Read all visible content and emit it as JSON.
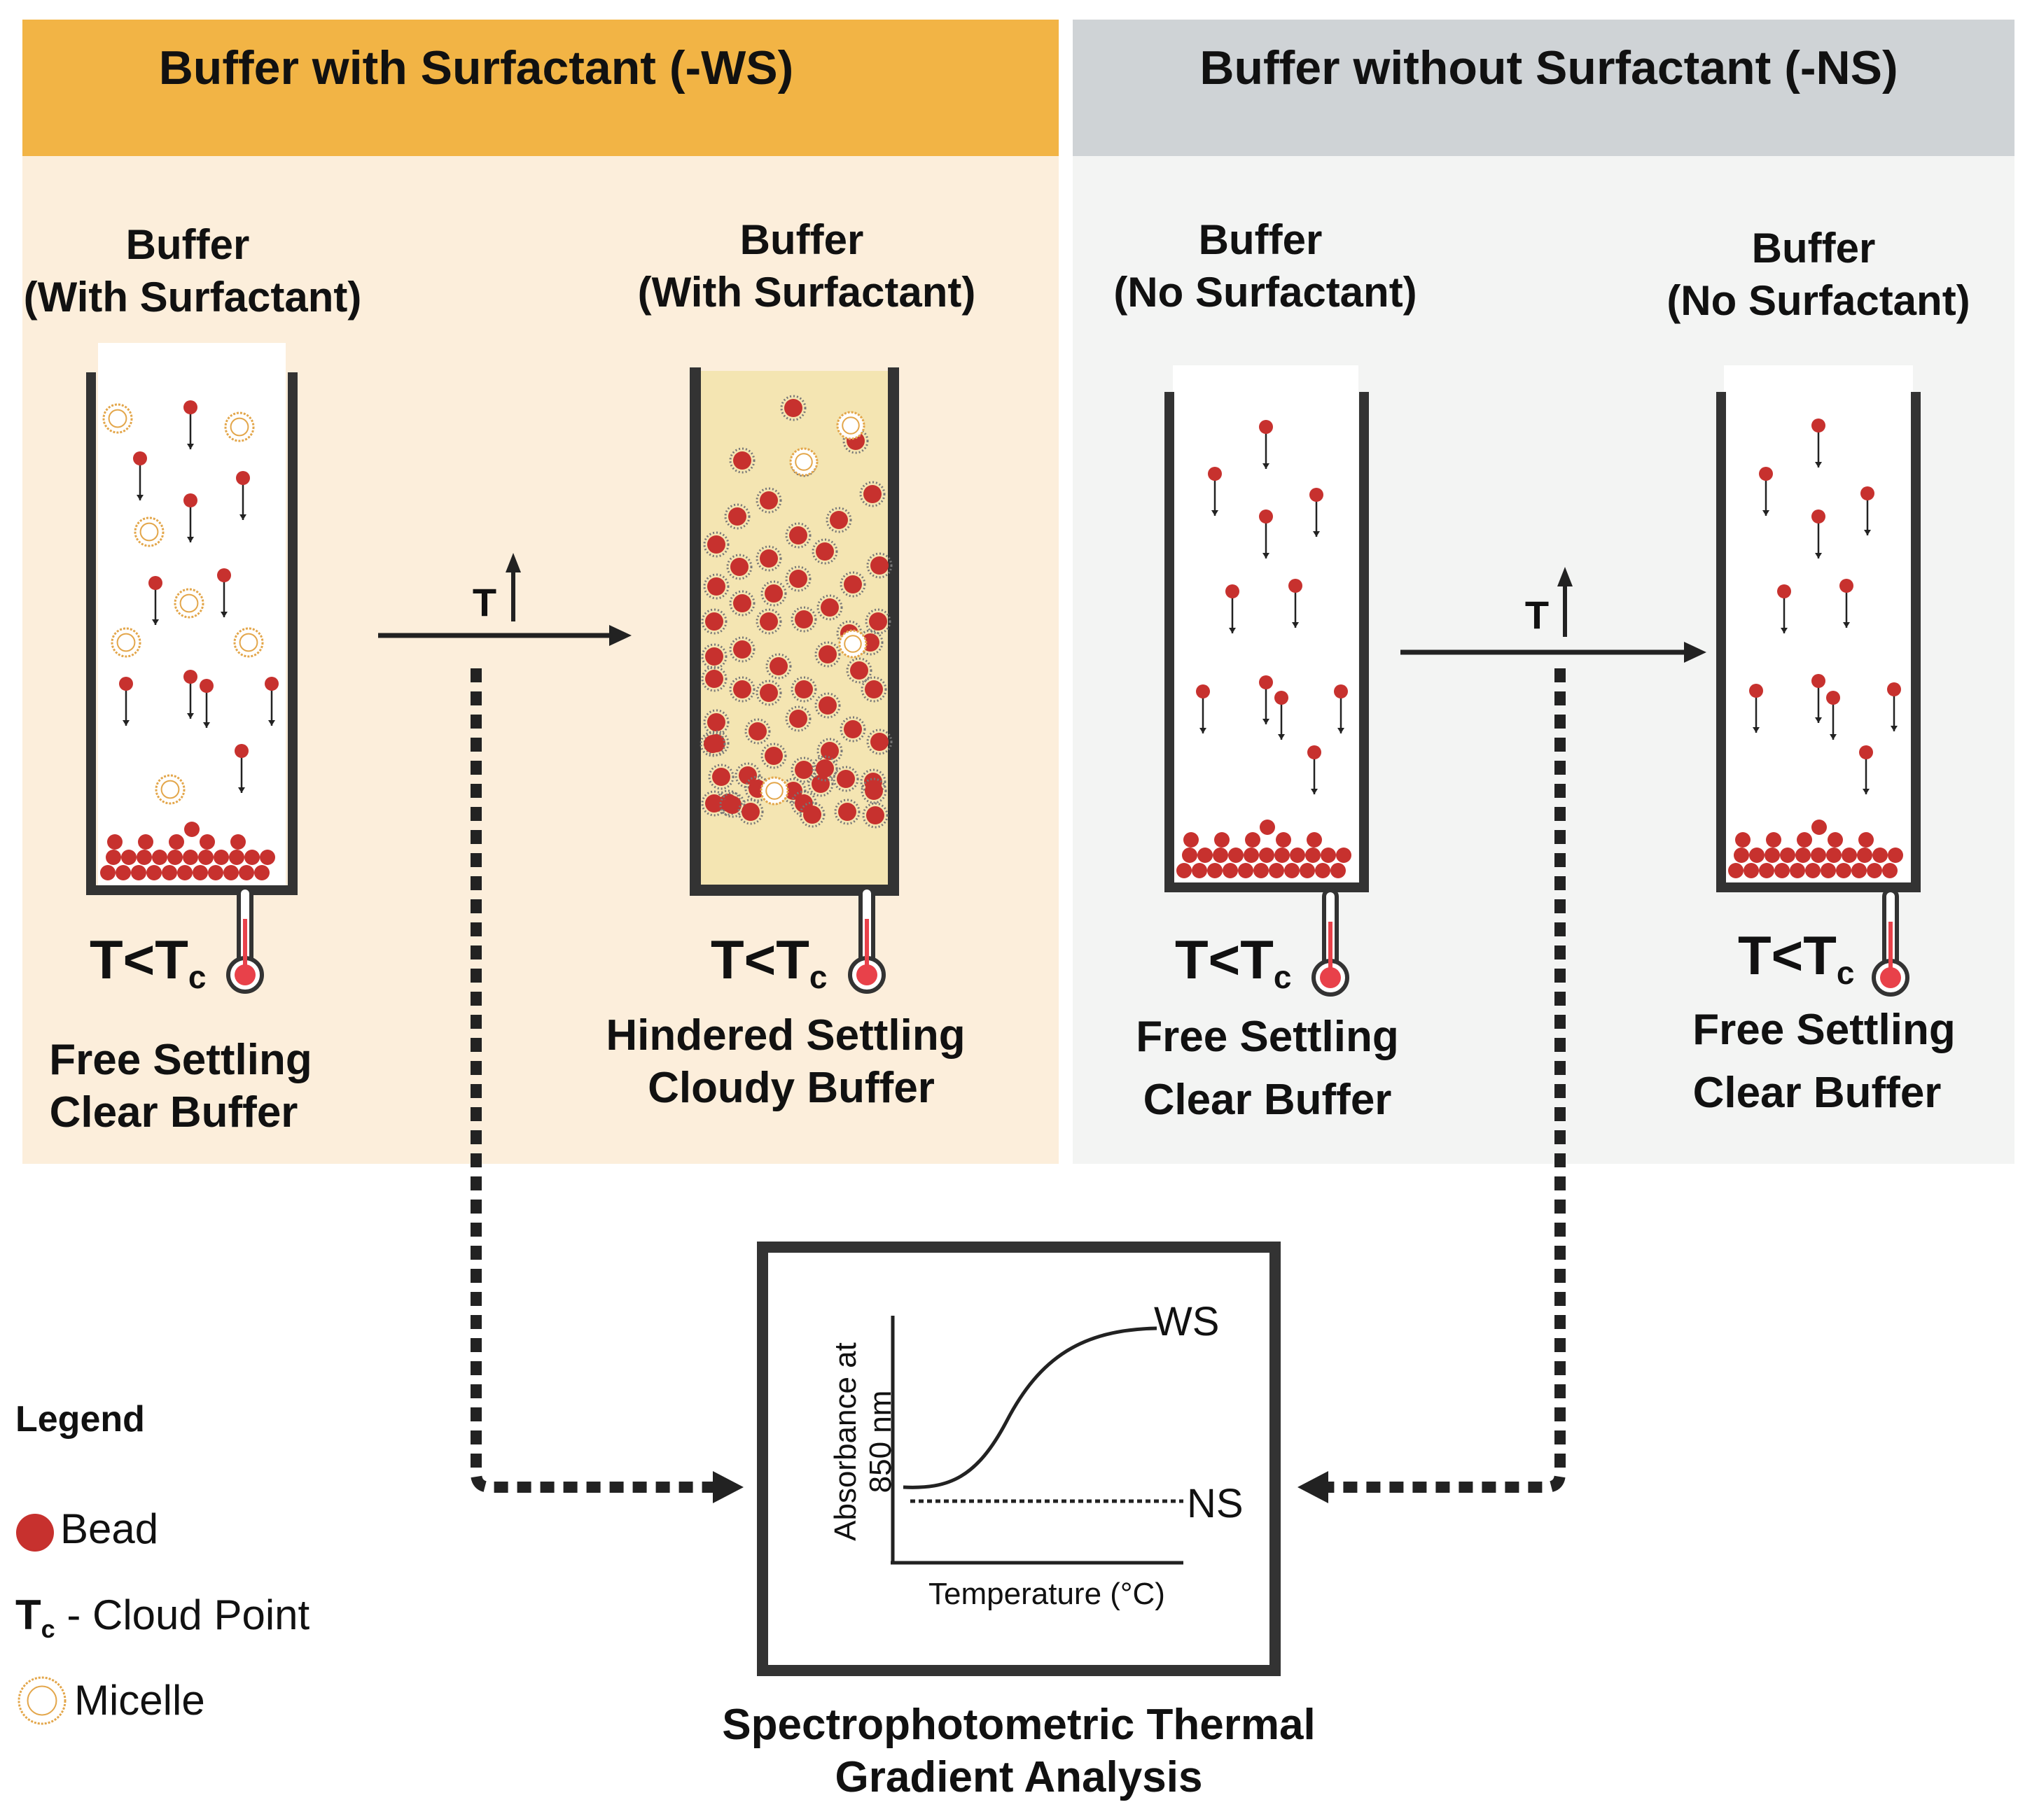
{
  "colors": {
    "ws_header": "#F2B445",
    "ws_panel": "#FCEEDB",
    "ns_header": "#CFD3D6",
    "ns_panel": "#F3F4F3",
    "bead": "#C7312E",
    "micelle": "#E3A64A",
    "cloudy_fill": "#F4E5B2",
    "container": "#333333",
    "thermometer_red": "#E8414A"
  },
  "panels": {
    "ws_title": "Buffer with Surfactant (-WS)",
    "ns_title": "Buffer without Surfactant (-NS)"
  },
  "tubes": [
    {
      "title_line1": "Buffer",
      "title_line2": "(With Surfactant)",
      "temp_main": "T<T",
      "temp_sub": "c",
      "caption_line1": "Free Settling",
      "caption_line2": "Clear Buffer"
    },
    {
      "title_line1": "Buffer",
      "title_line2": "(With Surfactant)",
      "temp_main": "T<T",
      "temp_sub": "c",
      "caption_line1": "Hindered Settling",
      "caption_line2": "Cloudy Buffer"
    },
    {
      "title_line1": "Buffer",
      "title_line2": "(No Surfactant)",
      "temp_main": "T<T",
      "temp_sub": "c",
      "caption_line1": "Free Settling",
      "caption_line2": "Clear Buffer"
    },
    {
      "title_line1": "Buffer",
      "title_line2": "(No Surfactant)",
      "temp_main": "T<T",
      "temp_sub": "c",
      "caption_line1": "Free Settling",
      "caption_line2": "Clear Buffer"
    }
  ],
  "temperature_arrow_label": "T",
  "analysis": {
    "ylabel_line1": "Absorbance at",
    "ylabel_line2": "850 nm",
    "xlabel": "Temperature (°C)",
    "ws_label": "WS",
    "ns_label": "NS",
    "title_line1": "Spectrophotometric Thermal",
    "title_line2": "Gradient Analysis"
  },
  "legend": {
    "title": "Legend",
    "bead_label": "Bead",
    "cloud_point_symbol": "T",
    "cloud_point_sub": "c",
    "cloud_point_label": " - Cloud Point",
    "micelle_label": "Micelle"
  }
}
